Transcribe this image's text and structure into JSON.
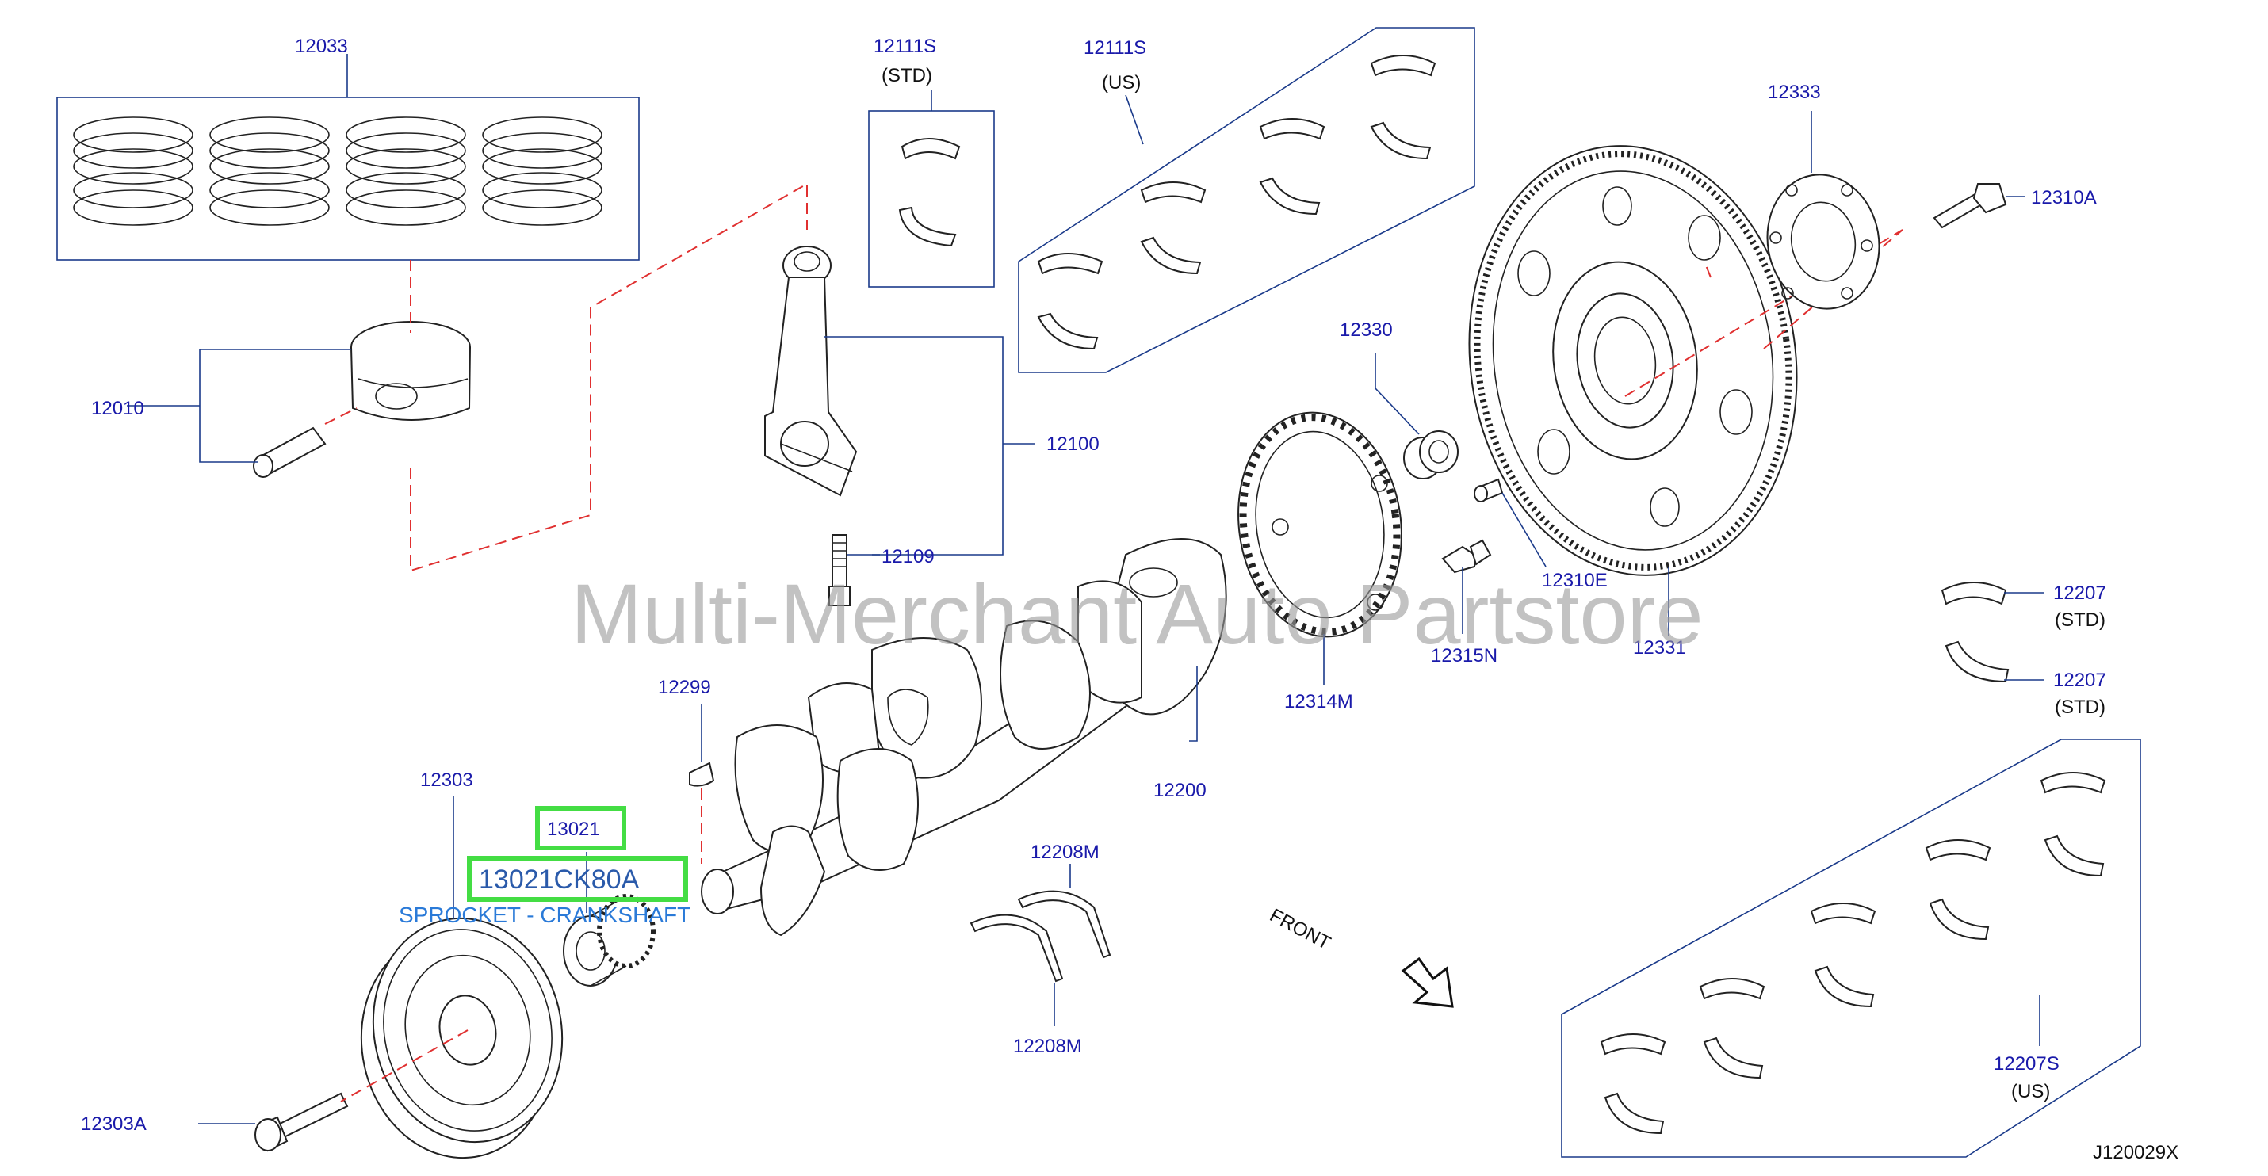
{
  "labels": {
    "p12033": "12033",
    "p12010": "12010",
    "p12111s_std": "12111S",
    "std": "(STD)",
    "p12111s_us": "12111S",
    "us": "(US)",
    "p12100": "12100",
    "p12109": "12109",
    "p12333": "12333",
    "p12310a": "12310A",
    "p12330": "12330",
    "p12310e": "12310E",
    "p12315n": "12315N",
    "p12314m": "12314M",
    "p12331": "12331",
    "p12207a": "12207",
    "p12207b": "12207",
    "p12299": "12299",
    "p12303": "12303",
    "p12200": "12200",
    "p12208m_top": "12208M",
    "p12208m_bot": "12208M",
    "p12303a": "12303A",
    "p12207s": "12207S",
    "p13021": "13021",
    "front": "FRONT",
    "diagram_id": "J120029X"
  },
  "selected": {
    "part_number": "13021CK80A",
    "description": "SPROCKET - CRANKSHAFT"
  },
  "watermark": "Multi-Merchant Auto Partstore",
  "colors": {
    "label": "#1a1aaa",
    "leader": "#1a3a8a",
    "center_line": "#e03030",
    "highlight": "#44dd44",
    "description": "#2a7ad8"
  }
}
